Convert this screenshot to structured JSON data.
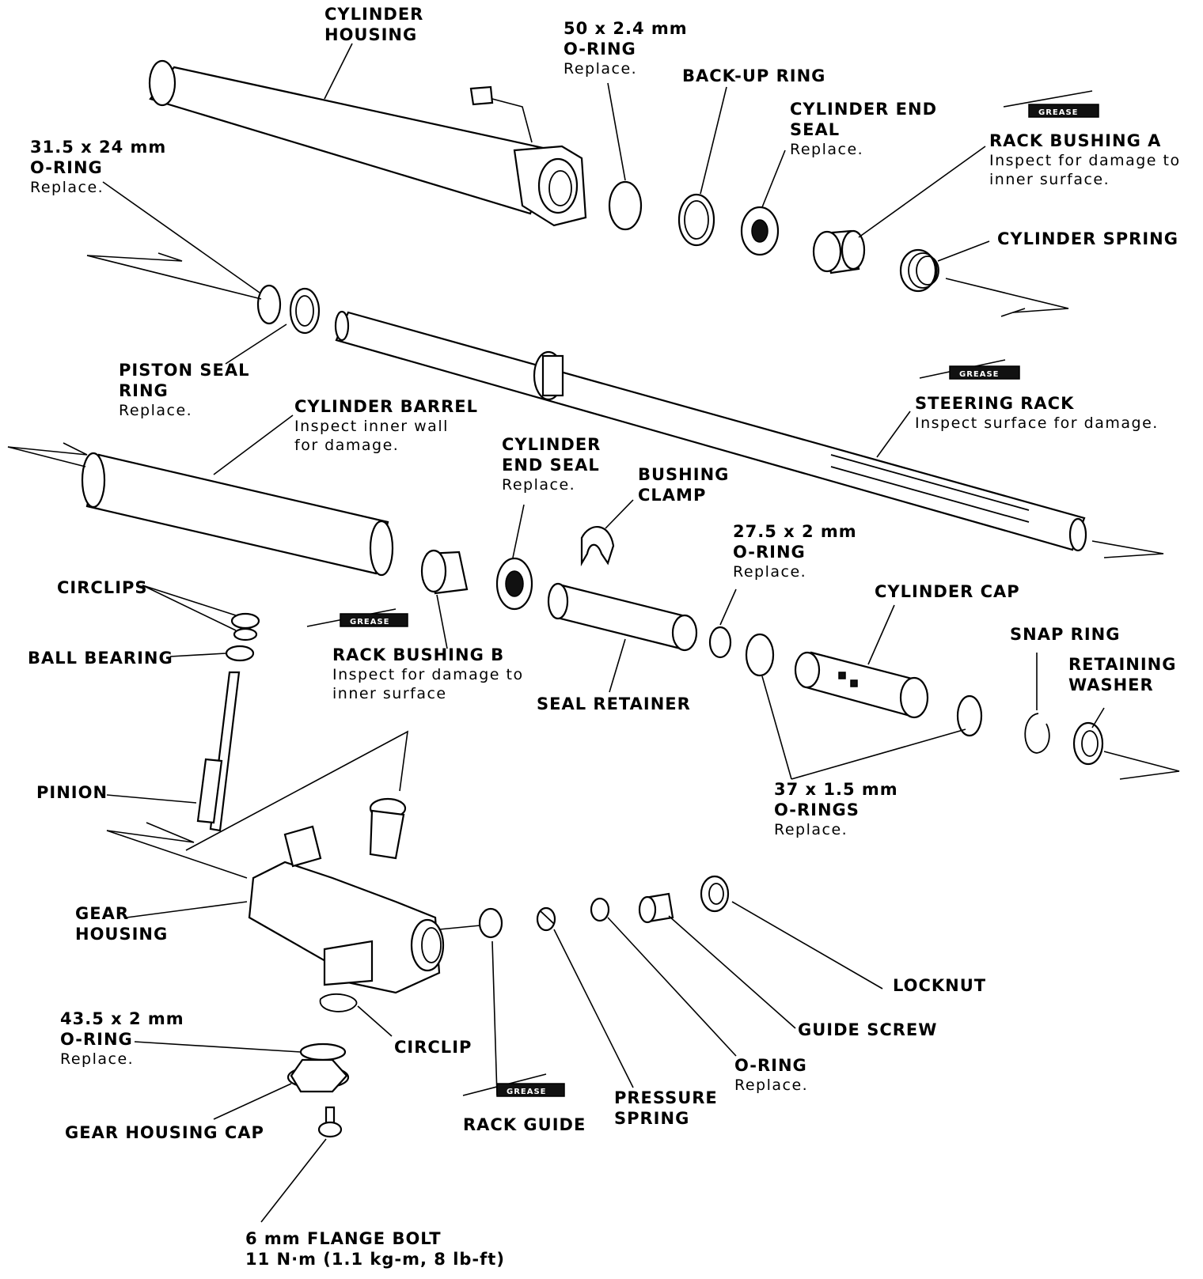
{
  "labels": {
    "cylinder_housing": [
      "CYLINDER",
      "HOUSING"
    ],
    "oring_50": [
      "50 x 2.4 mm",
      "O-RING"
    ],
    "oring_50_note": "Replace.",
    "backup_ring": "BACK-UP RING",
    "cylinder_end_seal_top": [
      "CYLINDER END",
      "SEAL"
    ],
    "cylinder_end_seal_top_note": "Replace.",
    "rack_bushing_a": "RACK BUSHING A",
    "rack_bushing_a_note": [
      "Inspect for damage to",
      "inner surface."
    ],
    "oring_31": [
      "31.5 x 24 mm",
      "O-RING"
    ],
    "oring_31_note": "Replace.",
    "cylinder_spring": "CYLINDER SPRING",
    "piston_seal_ring": [
      "PISTON SEAL",
      "RING"
    ],
    "piston_seal_ring_note": "Replace.",
    "steering_rack": "STEERING RACK",
    "steering_rack_note": "Inspect surface for damage.",
    "cylinder_barrel": "CYLINDER BARREL",
    "cylinder_barrel_note": [
      "Inspect inner wall",
      "for damage."
    ],
    "cylinder_end_seal_mid": [
      "CYLINDER",
      "END SEAL"
    ],
    "cylinder_end_seal_mid_note": "Replace.",
    "bushing_clamp": [
      "BUSHING",
      "CLAMP"
    ],
    "oring_27": [
      "27.5 x 2 mm",
      "O-RING"
    ],
    "oring_27_note": "Replace.",
    "cylinder_cap": "CYLINDER CAP",
    "circlips": "CIRCLIPS",
    "ball_bearing": "BALL BEARING",
    "rack_bushing_b": "RACK BUSHING B",
    "rack_bushing_b_note": [
      "Inspect for damage to",
      "inner surface"
    ],
    "seal_retainer": "SEAL RETAINER",
    "snap_ring": "SNAP RING",
    "retaining_washer": [
      "RETAINING",
      "WASHER"
    ],
    "pinion": "PINION",
    "oring_37": [
      "37 x 1.5 mm",
      "O-RINGS"
    ],
    "oring_37_note": "Replace.",
    "gear_housing": [
      "GEAR",
      "HOUSING"
    ],
    "locknut": "LOCKNUT",
    "guide_screw": "GUIDE SCREW",
    "oring_43": [
      "43.5 x 2 mm",
      "O-RING"
    ],
    "oring_43_note": "Replace.",
    "circlip": "CIRCLIP",
    "oring_small": "O-RING",
    "oring_small_note": "Replace.",
    "pressure_spring": [
      "PRESSURE",
      "SPRING"
    ],
    "gear_housing_cap": "GEAR HOUSING CAP",
    "rack_guide": "RACK GUIDE",
    "flange_bolt": [
      "6 mm FLANGE BOLT",
      "11 N·m (1.1 kg-m, 8 lb-ft)"
    ]
  },
  "grease_tag": "GREASE"
}
